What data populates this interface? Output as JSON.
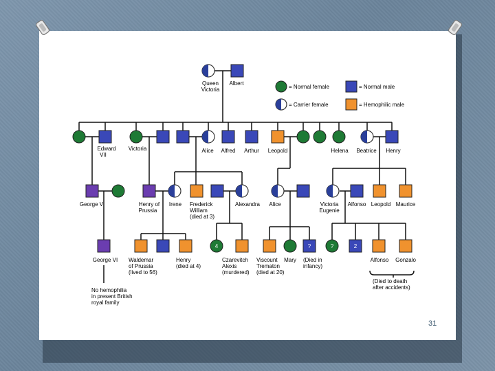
{
  "slide": {
    "page_number": "31"
  },
  "legend": {
    "normal_female": "= Normal female",
    "carrier_female": "= Carrier female",
    "normal_male": "= Normal male",
    "hemophilic_male": "= Hemophilic male"
  },
  "colors": {
    "normal_female": "#1e7a35",
    "normal_male": "#3a48b8",
    "hemophilic_male": "#f0922e",
    "carrier_male_purple": "#6b3db0"
  },
  "generations": {
    "gen1": [
      "Queen Victoria",
      "Albert"
    ],
    "gen2": [
      "Edward VII",
      "Victoria",
      "Alice",
      "Alfred",
      "Arthur",
      "Leopold",
      "Helena",
      "Beatrice",
      "Henry"
    ],
    "gen3": [
      "George V",
      "Henry of Prussia",
      "Irene",
      "Frederick William (died at 3)",
      "Alexandra",
      "Alice",
      "Victoria Eugenie",
      "Alfonso",
      "Leopold",
      "Maurice"
    ],
    "gen4": [
      "George VI",
      "Waldemar of Prussia (lived to 56)",
      "Henry (died at 4)",
      "Czarevitch Alexis (murdered)",
      "Viscount Trematon (died at 20)",
      "Mary",
      "(Died in infancy)",
      "Alfonso",
      "Gonzalo",
      "(Died to death after accidents)"
    ]
  },
  "labels": {
    "queen_victoria_1": "Queen",
    "queen_victoria_2": "Victoria",
    "albert": "Albert",
    "edward_1": "Edward",
    "edward_2": "VII",
    "victoria": "Victoria",
    "alice": "Alice",
    "alfred": "Alfred",
    "arthur": "Arthur",
    "leopold": "Leopold",
    "helena": "Helena",
    "beatrice": "Beatrice",
    "henry": "Henry",
    "george_v": "George V",
    "henry_prussia_1": "Henry of",
    "henry_prussia_2": "Prussia",
    "irene": "Irene",
    "frederick_1": "Frederick",
    "frederick_2": "William",
    "frederick_3": "(died at 3)",
    "alexandra": "Alexandra",
    "alice2": "Alice",
    "victoria_eugenie_1": "Victoria",
    "victoria_eugenie_2": "Eugenie",
    "alfonso": "Alfonso",
    "leopold2": "Leopold",
    "maurice": "Maurice",
    "george_vi": "George VI",
    "waldemar_1": "Waldemar",
    "waldemar_2": "of Prussia",
    "waldemar_3": "(lived to 56)",
    "henry2_1": "Henry",
    "henry2_2": "(died at 4)",
    "alexis_1": "Czarevitch",
    "alexis_2": "Alexis",
    "alexis_3": "(murdered)",
    "viscount_1": "Viscount",
    "viscount_2": "Trematon",
    "viscount_3": "(died at 20)",
    "mary": "Mary",
    "infancy_1": "(Died in",
    "infancy_2": "infancy)",
    "alfonso2": "Alfonso",
    "gonzalo": "Gonzalo",
    "accidents_1": "(Died to death",
    "accidents_2": "after accidents)",
    "nohemo_1": "No hemophilia",
    "nohemo_2": "in present British",
    "nohemo_3": "royal family",
    "q": "?",
    "n4": "4",
    "n2": "2"
  }
}
